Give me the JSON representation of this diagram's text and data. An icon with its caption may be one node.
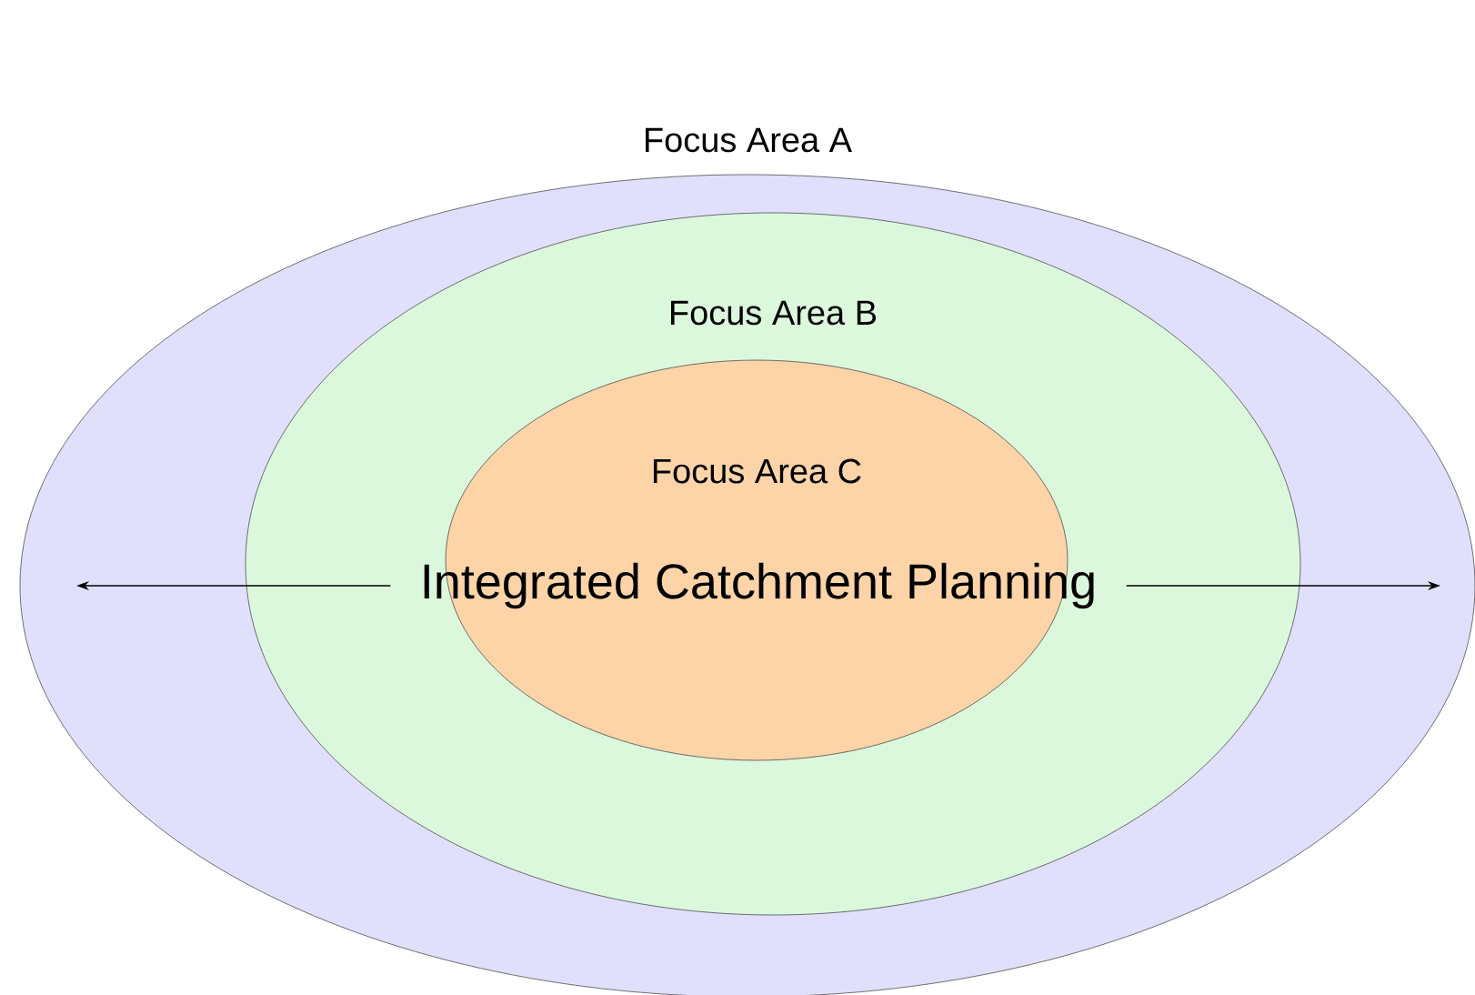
{
  "diagram": {
    "nodes": [
      {
        "text": [
          "Focus Area A"
        ]
      },
      {
        "text": [
          "Focus Area B"
        ],
        "in": 0
      },
      {
        "text": [
          "Focus Area C"
        ],
        "in": 1
      },
      {
        "text": [
          "Integrated Catchment Planning"
        ],
        "in": 1
      }
    ],
    "edges": [
      {
        "from": 3,
        "to": null,
        "arrow": "to"
      },
      {
        "from": 3,
        "to": null,
        "arrow": "to"
      }
    ]
  }
}
